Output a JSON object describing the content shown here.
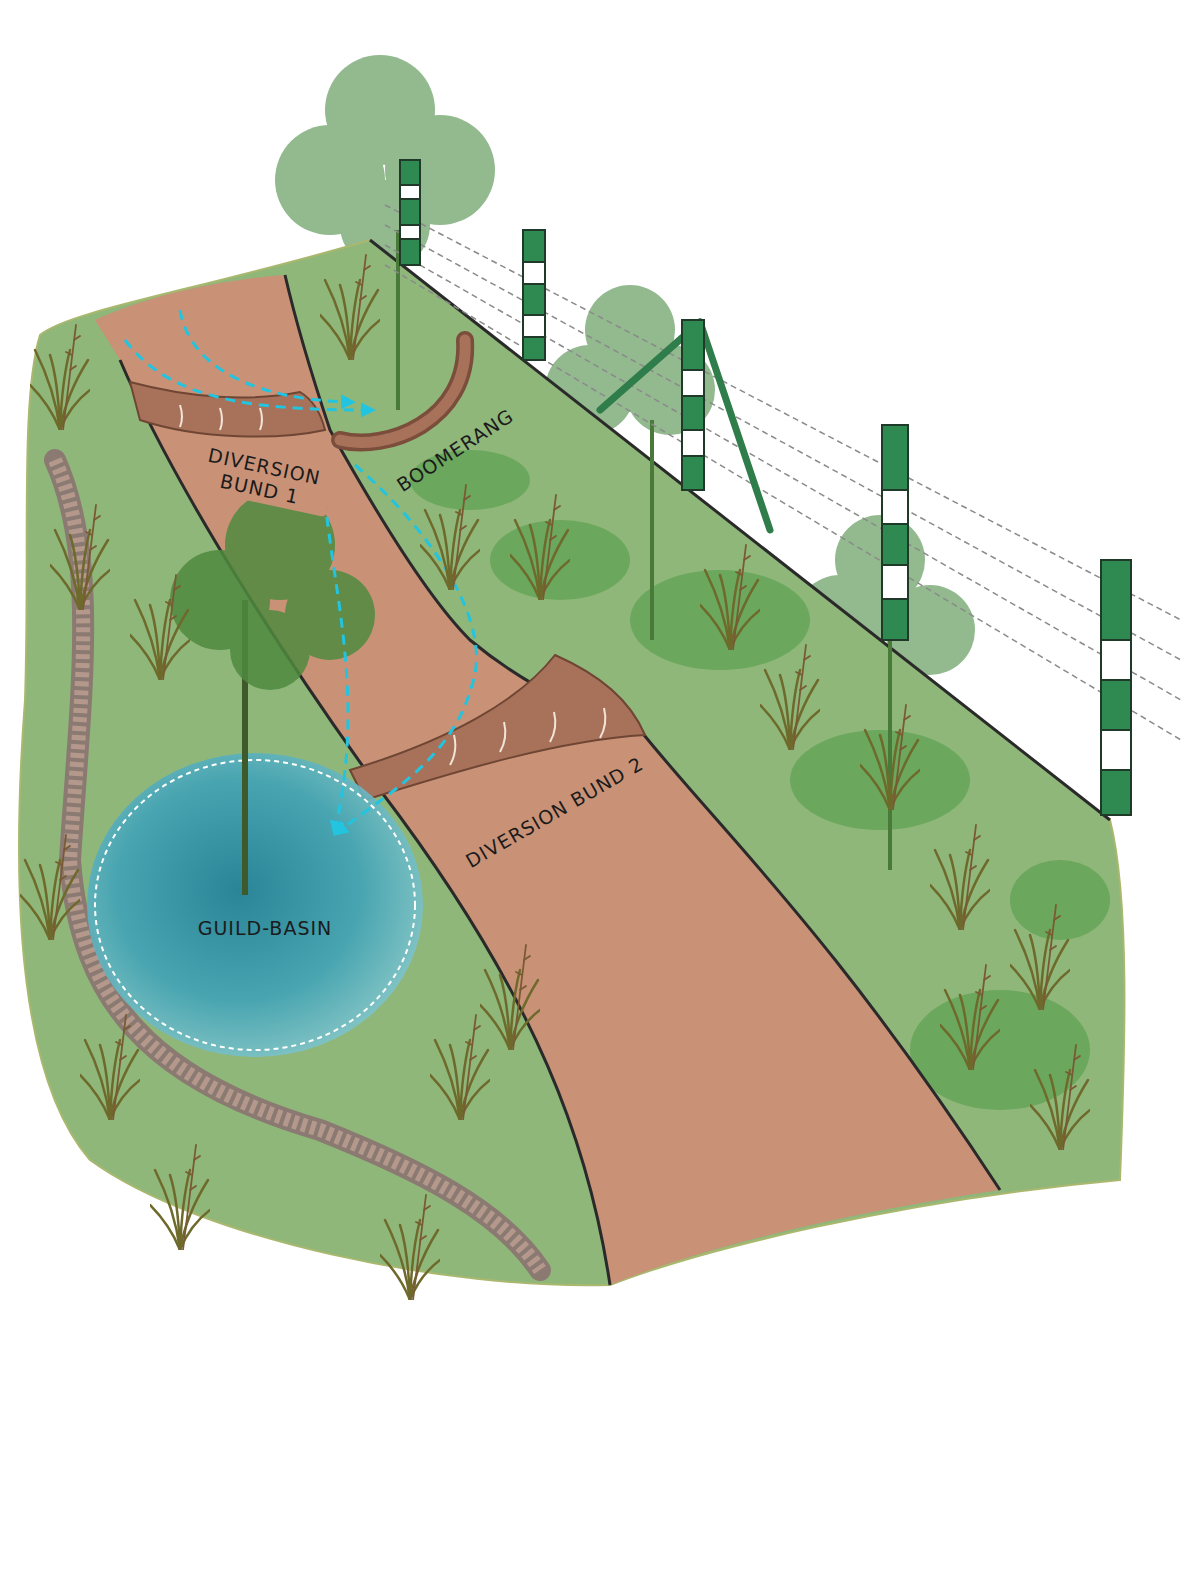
{
  "diagram": {
    "labels": [
      "DIVERSION BUND 1",
      "BOOMERANG",
      "DIVERSION BUND 2",
      "GUILD-BASIN"
    ]
  }
}
